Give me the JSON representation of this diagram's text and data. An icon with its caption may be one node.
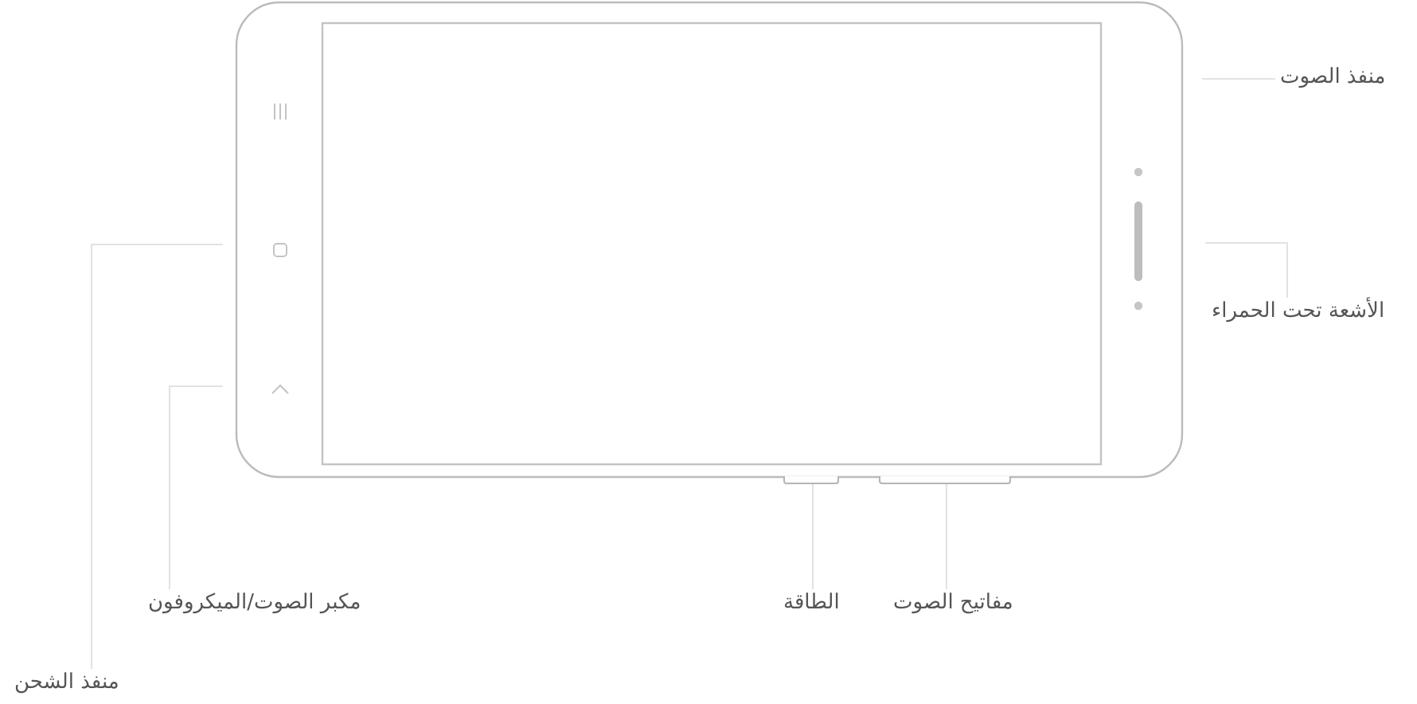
{
  "diagram": {
    "nodes": [
      {
        "text": [
          "منفذ الصوت"
        ]
      },
      {
        "text": [
          "الأشعة تحت الحمراء"
        ]
      },
      {
        "text": [
          "مكبر الصوت/الميكروفون"
        ]
      },
      {
        "text": [
          "الطاقة"
        ]
      },
      {
        "text": [
          "مفاتيح الصوت"
        ]
      },
      {
        "text": [
          "منفذ الشحن"
        ]
      },
      {
        "text": [],
        "shape": "bar"
      },
      {
        "text": [],
        "shape": "bar"
      }
    ],
    "edges": [
      {
        "from": 0,
        "to": null,
        "arrow": "none"
      },
      {
        "from": 1,
        "to": null,
        "arrow": "none"
      },
      {
        "from": 2,
        "to": null,
        "arrow": "none"
      },
      {
        "from": 3,
        "to": 6,
        "arrow": "none"
      },
      {
        "from": 4,
        "to": 7,
        "arrow": "none"
      },
      {
        "from": 5,
        "to": null,
        "arrow": "none"
      }
    ]
  }
}
